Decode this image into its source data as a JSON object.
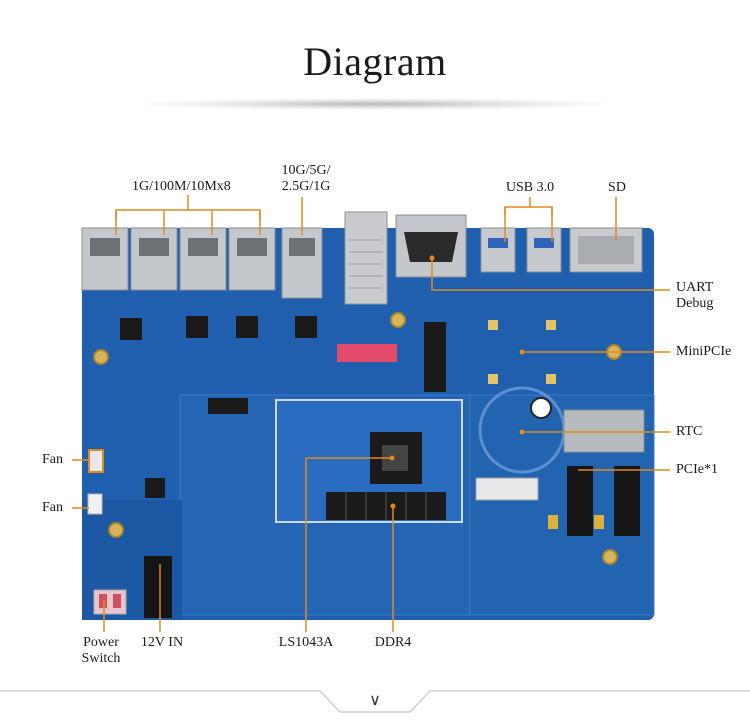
{
  "header": {
    "title": "Diagram"
  },
  "labels": {
    "lan_ports": "1G/100M/10Mx8",
    "sfp_speed_line1": "10G/5G/",
    "sfp_speed_line2": "2.5G/1G",
    "usb": "USB 3.0",
    "sd": "SD",
    "uart_line1": "UART",
    "uart_line2": "Debug",
    "minipcie": "MiniPCIe",
    "rtc": "RTC",
    "pcie": "PCIe*1",
    "fan_top": "Fan",
    "fan_bottom": "Fan",
    "power_line1": "Power",
    "power_line2": "Switch",
    "power_in": "12V IN",
    "cpu": "LS1043A",
    "ddr": "DDR4"
  },
  "footer": {
    "chevron": "∨"
  },
  "colors": {
    "pcb": "#1f5fae",
    "pcb_dark": "#17498a",
    "callout": "#e08a1e",
    "metal": "#b9bcc0",
    "chip": "#1a1a1a"
  }
}
